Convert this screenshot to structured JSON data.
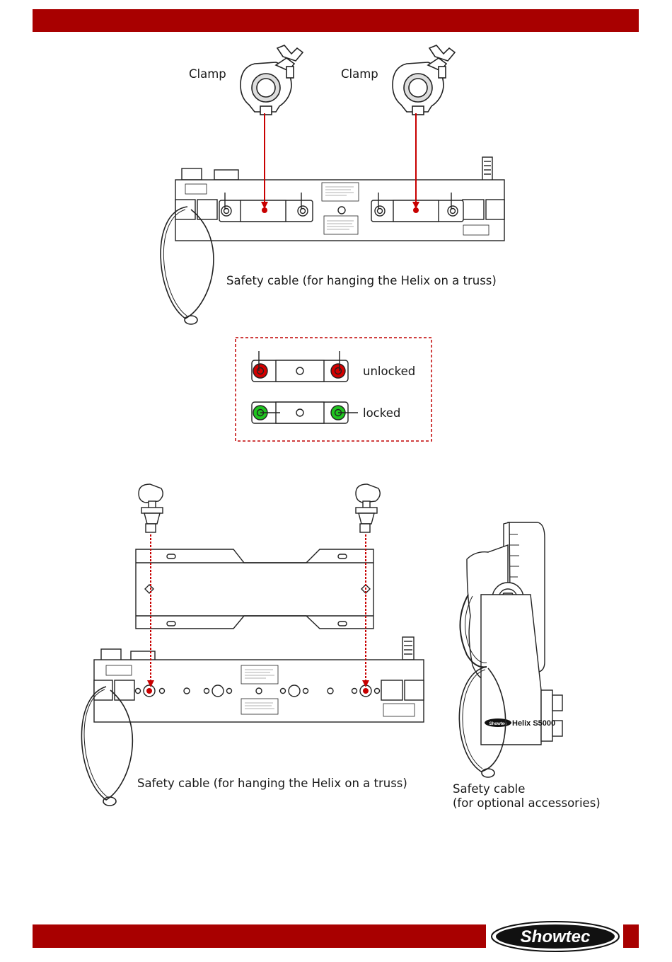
{
  "header": {
    "color": "#a80000"
  },
  "figure1": {
    "clamp_left_label": "Clamp",
    "clamp_right_label": "Clamp",
    "safety_cable_label": "Safety cable (for hanging the Helix on a truss)"
  },
  "legend": {
    "unlocked_label": "unlocked",
    "locked_label": "locked",
    "unlocked_color": "#d40000",
    "locked_color": "#1fc41f",
    "border_color": "#c00000"
  },
  "figure2": {
    "safety_cable_label": "Safety cable (for hanging the Helix on a truss)",
    "side_safety_cable_line1": "Safety cable",
    "side_safety_cable_line2": "(for optional accessories)",
    "model_label": "Helix S5000"
  },
  "footer": {
    "brand": "Showtec",
    "accent": "#a80000"
  }
}
